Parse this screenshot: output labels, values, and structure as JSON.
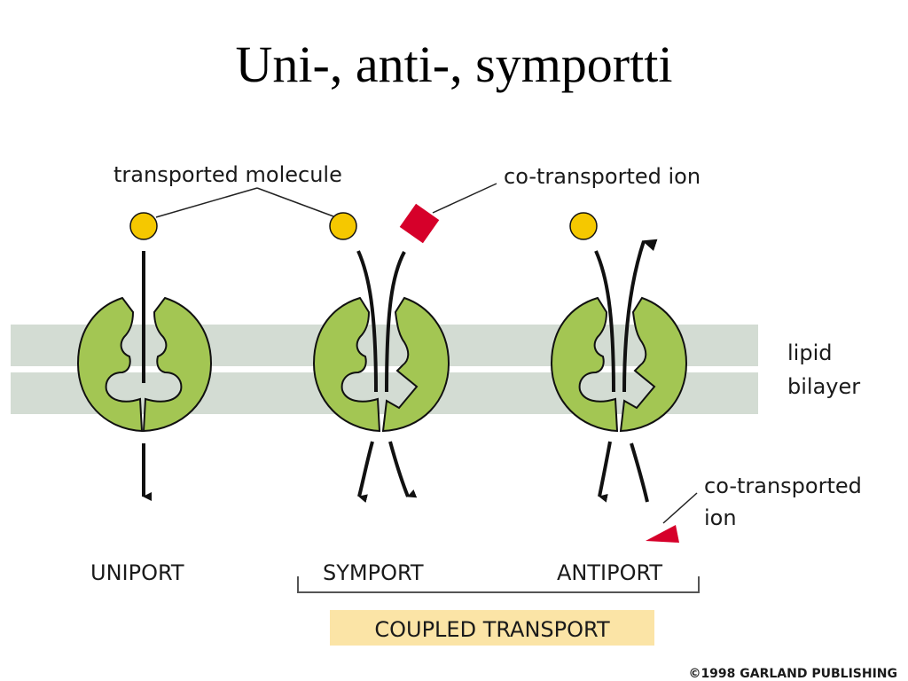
{
  "title": "Uni-, anti-, symportti",
  "labels": {
    "transported_molecule": "transported molecule",
    "co_transported_ion_top": "co-transported ion",
    "lipid_line1": "lipid",
    "lipid_line2": "bilayer",
    "co_transported_ion_bottom_line1": "co-transported",
    "co_transported_ion_bottom_line2": "ion",
    "uniport": "UNIPORT",
    "symport": "SYMPORT",
    "antiport": "ANTIPORT",
    "coupled_transport": "COUPLED TRANSPORT",
    "copyright": "©1998 GARLAND PUBLISHING"
  },
  "colors": {
    "membrane": "#d3dcd3",
    "protein": "#a3c653",
    "molecule": "#f5c800",
    "ion": "#d6002a",
    "coupled_box": "#fbe4a6"
  }
}
